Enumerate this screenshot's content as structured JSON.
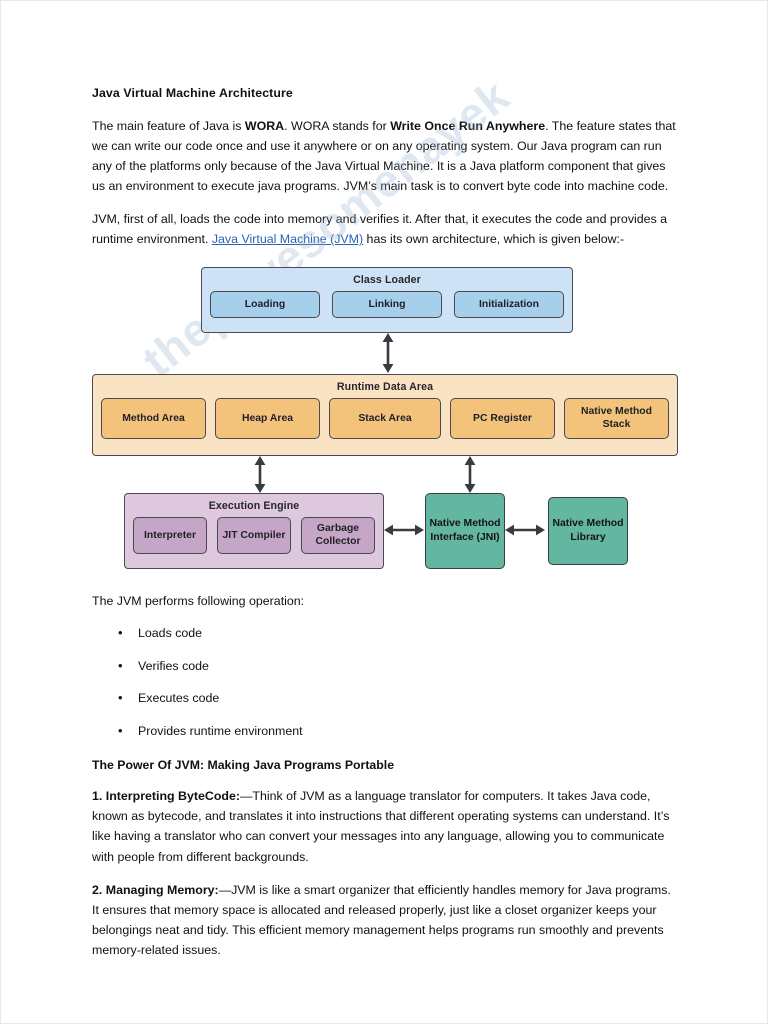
{
  "document": {
    "title": "Java Virtual Machine Architecture",
    "paragraph1_parts": {
      "p1": "The main feature of Java is ",
      "b1": "WORA",
      "p2": ". WORA stands for ",
      "b2": "Write Once Run Anywhere",
      "p3": ". The feature states that we can write our code once and use it anywhere or on any operating system. Our Java program can run any of the platforms only because of the Java Virtual Machine. It is a Java platform component that gives us an environment to execute java programs. JVM’s main task is to convert byte code into machine code."
    },
    "paragraph2_parts": {
      "p1": "JVM, first of all, loads the code into memory and verifies it. After that, it executes the code and provides a runtime environment. ",
      "link": "Java Virtual Machine (JVM)",
      "p2": " has its own architecture, which is given below:-"
    },
    "operations_intro": "The JVM performs following operation:",
    "operations": [
      "Loads code",
      "Verifies code",
      "Executes code",
      "Provides runtime environment"
    ],
    "power_heading": "The Power Of JVM: Making Java Programs Portable",
    "point1": {
      "label": "1. Interpreting ByteCode:",
      "body": "—Think of JVM as a language translator for computers. It takes Java code, known as bytecode, and translates it into instructions that different operating systems can understand. It’s like having a translator who can convert your messages into any language, allowing you to communicate with people from different backgrounds."
    },
    "point2": {
      "label": "2. Managing Memory:",
      "body": "—JVM is like a smart organizer that efficiently handles memory for Java programs. It ensures that memory space is allocated and released properly, just like a closet organizer keeps your belongings neat and tidy. This efficient memory management helps programs run smoothly and prevents memory-related issues."
    }
  },
  "diagram": {
    "watermark": "thepawesomenayek",
    "class_loader": {
      "title": "Class Loader",
      "cells": [
        "Loading",
        "Linking",
        "Initialization"
      ]
    },
    "runtime_data_area": {
      "title": "Runtime Data Area",
      "cells": [
        "Method Area",
        "Heap Area",
        "Stack Area",
        "PC Register",
        "Native Method Stack"
      ]
    },
    "execution_engine": {
      "title": "Execution Engine",
      "cells": [
        "Interpreter",
        "JIT Compiler",
        "Garbage Collector"
      ]
    },
    "native_method_interface": "Native Method Interface (JNI)",
    "native_method_library": "Native Method Library",
    "colors": {
      "class_loader_bg": "#cde3f5",
      "class_loader_cell": "#a6cfec",
      "runtime_bg": "#fae3c3",
      "runtime_cell": "#f3c37c",
      "exec_bg": "#ddc8dd",
      "exec_cell": "#c6a6c6",
      "green": "#63b6a0",
      "border": "#4a4a52",
      "link": "#2a63b5"
    }
  }
}
